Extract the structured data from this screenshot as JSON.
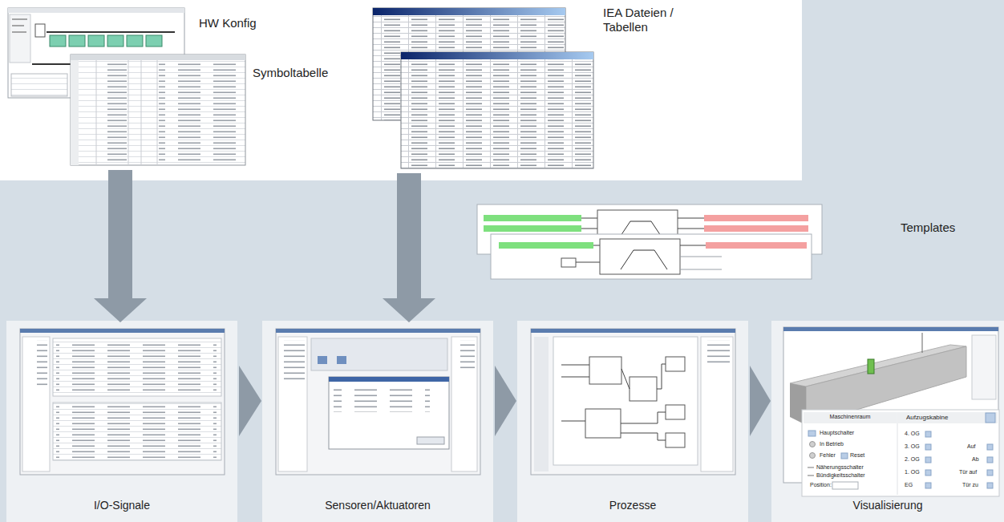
{
  "diagram": {
    "nodes": [
      {
        "text": [
          "HW Konfig"
        ]
      },
      {
        "text": [
          "Symboltabelle"
        ]
      },
      {
        "text": [
          "IEA Dateien / Tabellen"
        ]
      },
      {
        "text": [
          "Templates"
        ]
      },
      {
        "text": [
          "I/O-Signale"
        ]
      },
      {
        "text": [
          "Sensoren/Aktuatoren"
        ]
      },
      {
        "text": [
          "Prozesse"
        ]
      },
      {
        "text": [
          "Visualisierung"
        ]
      },
      {
        "text": [
          "Maschinenraum",
          "Hauptschalter",
          "In Betrieb",
          "Fehler",
          "Reset",
          "Näherungsschalter",
          "Bündigkeitsschalter",
          "Position:"
        ],
        "in": 7
      },
      {
        "text": [
          "Aufzugskabine",
          "4. OG",
          "3. OG",
          "2. OG",
          "1. OG",
          "EG",
          "Auf",
          "Ab",
          "Tür auf",
          "Tür zu"
        ],
        "in": 7
      }
    ],
    "edges": [
      {
        "from": 1,
        "to": 4,
        "arrow": "to"
      },
      {
        "from": 2,
        "to": 5,
        "arrow": "to"
      },
      {
        "from": 4,
        "to": 5,
        "arrow": "to"
      },
      {
        "from": 5,
        "to": 6,
        "arrow": "to"
      },
      {
        "from": 6,
        "to": 7,
        "arrow": "to"
      }
    ]
  }
}
